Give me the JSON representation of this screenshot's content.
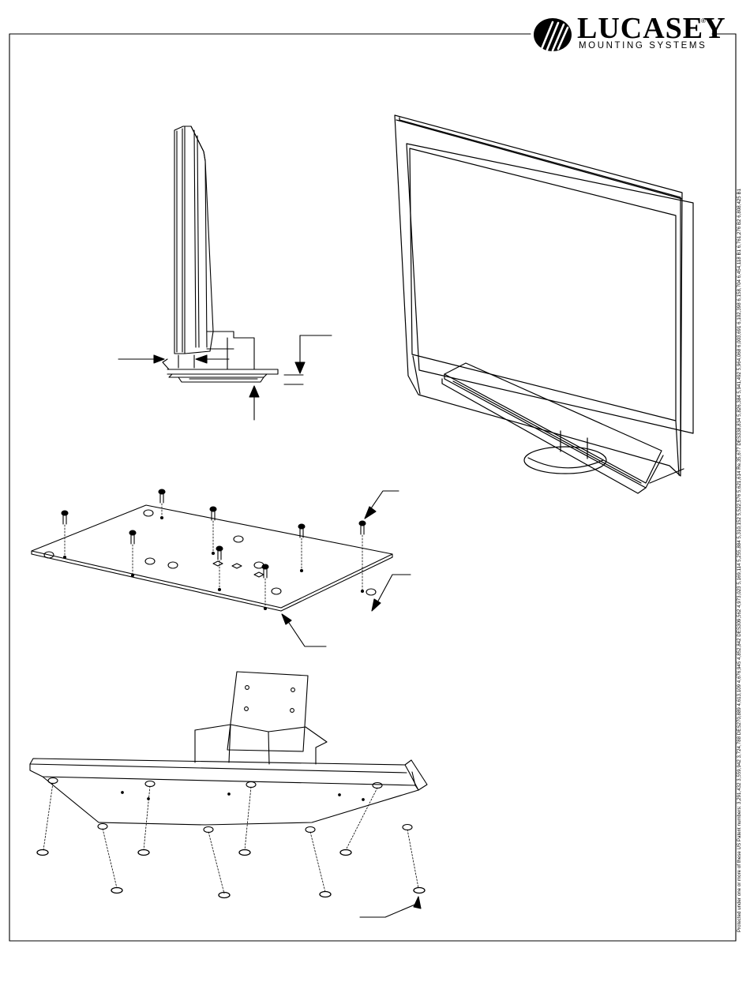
{
  "brand": {
    "name": "LUCASEY",
    "registered_mark": "®",
    "tagline": "MOUNTING SYSTEMS"
  },
  "patent_notice": "Protected under one or more of these US Patent numbers: 3,291,432 3,559,942 3,724,788 DES270,889 4,613,109 4,676,945 4,852,842 DES309,562 4,973,023 5,169,114 5,255,884 5,310,152 5,522,576 5,621,614 Re.35,677 DES338,834 5,826,384 5,941,492 5,964,068 6,003,691 6,102,398 6,158,704 6,454,118 B1 6,761,276 B2 6,808,425 B1"
}
